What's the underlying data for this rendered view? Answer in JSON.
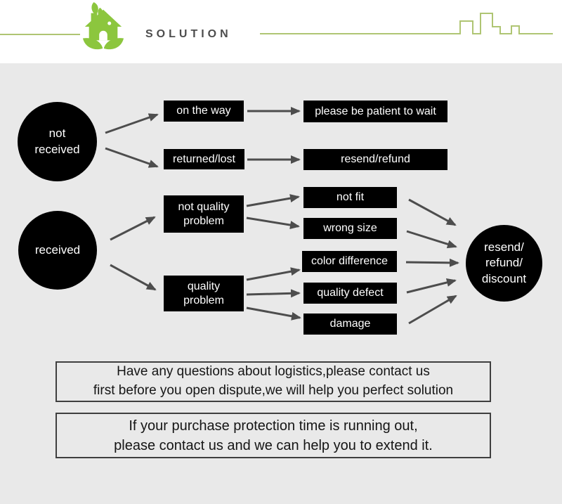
{
  "header": {
    "title": "SOLUTION",
    "icon": "eco-house-icon",
    "skyline_icon": "city-skyline-icon",
    "accent_green": "#8cc63e",
    "line_green": "#afc573",
    "title_color": "#4d4d4d"
  },
  "flowchart": {
    "arrow_color": "#4d4d4d",
    "node_bg": "#000000",
    "node_text_color": "#ffffff",
    "circles": {
      "not_received": "not\nreceived",
      "received": "received",
      "outcome": "resend/\nrefund/\ndiscount"
    },
    "boxes": {
      "on_the_way": "on the way",
      "returned_lost": "returned/lost",
      "please_wait": "please be patient to wait",
      "resend_refund": "resend/refund",
      "not_quality_problem": "not quality\nproblem",
      "quality_problem": "quality\nproblem",
      "not_fit": "not fit",
      "wrong_size": "wrong size",
      "color_difference": "color difference",
      "quality_defect": "quality defect",
      "damage": "damage"
    }
  },
  "notes": {
    "logistics": "Have any questions about logistics,please contact us\nfirst before you open dispute,we will help you perfect solution",
    "protection": "If your purchase protection time is running out,\nplease contact us and we can help you to extend it."
  }
}
